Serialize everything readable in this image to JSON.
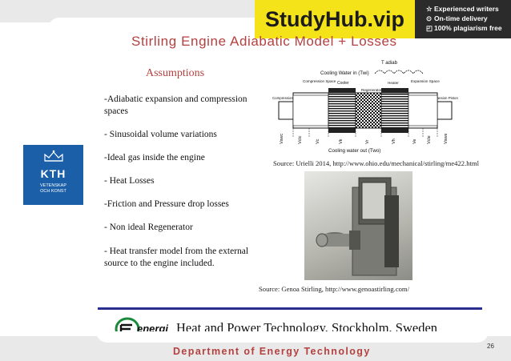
{
  "banner": {
    "logo": "StudyHub.vip",
    "items": [
      {
        "icon": "star-icon",
        "glyph": "☆",
        "label": "Experienced writers"
      },
      {
        "icon": "clock-icon",
        "glyph": "⊙",
        "label": "On-time delivery"
      },
      {
        "icon": "document-icon",
        "glyph": "◰",
        "label": "100% plagiarism free"
      }
    ]
  },
  "slide": {
    "title": "Stirling Engine Adiabatic Model + Losses",
    "assumptions_heading": "Assumptions",
    "bullets": [
      "-Adiabatic  expansion and compression spaces",
      "- Sinusoidal volume variations",
      "-Ideal gas inside the engine",
      "- Heat Losses",
      "-Friction and Pressure drop losses",
      "- Non  ideal Regenerator",
      "- Heat transfer model from the external source to the engine included."
    ],
    "kth_logo": {
      "name": "KTH",
      "subtitle_line1": "VETENSKAP",
      "subtitle_line2": "OCH KONST"
    },
    "diagram": {
      "t_adiab": "T adiab",
      "cooling_in": "Cooling Water in (Twi)",
      "cooling_out": "Cooling water out (Two)",
      "compression_space": "Compression Space",
      "compression_piston": "Compression Piston",
      "cooler": "Cooler",
      "regenerator": "Regenerator",
      "heater": "Heater",
      "expansion_space": "Expansion Space",
      "expansion_piston": "Expansion Piston",
      "volume_labels": [
        "Vswc",
        "Vclc",
        "Vc",
        "Vk",
        "Vr",
        "Vh",
        "Ve",
        "Vcle",
        "Vswe"
      ]
    },
    "source1": "Source: Urielli 2014, http://www.ohio.edu/mechanical/stirling/me422.html",
    "source2": "Source: Genoa Stirling, http://www.genoastirling.com/",
    "energi_logo": "energi",
    "footer": "Heat and Power Technology, Stockholm, Sweden",
    "department": "Department of Energy Technology",
    "page_number": "26"
  },
  "colors": {
    "accent_red": "#b3413f",
    "kth_blue": "#1a5fa8",
    "rule_blue": "#2a2f8f",
    "banner_yellow": "#f5e31a",
    "banner_dark": "#2b2b2b"
  }
}
